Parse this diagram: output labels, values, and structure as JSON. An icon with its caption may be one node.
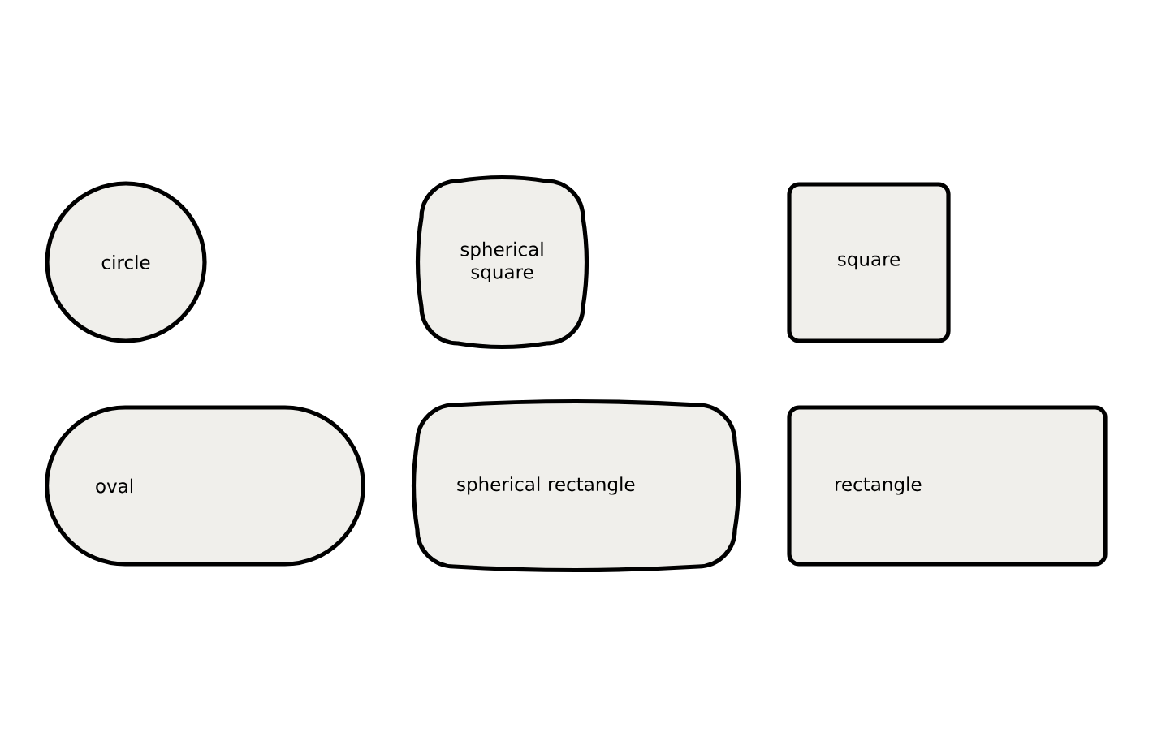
{
  "diagram": {
    "nodes": [
      {
        "text": [
          "circle"
        ]
      },
      {
        "text": [
          "spherical square"
        ]
      },
      {
        "text": [
          "square"
        ]
      },
      {
        "text": [
          "oval"
        ]
      },
      {
        "text": [
          "spherical rectangle"
        ]
      },
      {
        "text": [
          "rectangle"
        ]
      }
    ]
  }
}
